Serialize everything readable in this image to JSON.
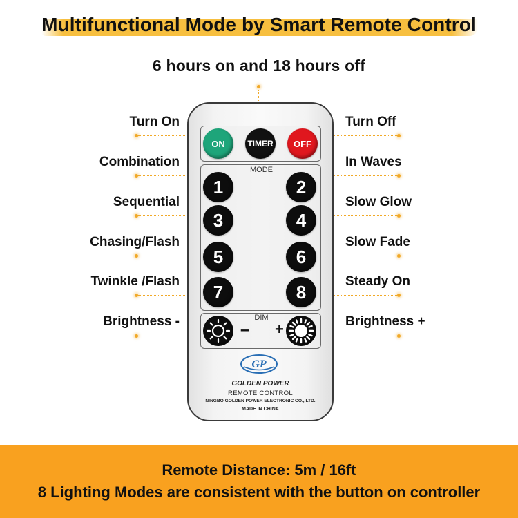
{
  "header": {
    "title": "Multifunctional Mode by Smart Remote Control",
    "subtitle": "6 hours on and 18 hours off"
  },
  "labels_left": [
    "Turn On",
    "Combination",
    "Sequential",
    "Chasing/Flash",
    "Twinkle /Flash",
    "Brightness -"
  ],
  "labels_right": [
    "Turn Off",
    "In Waves",
    "Slow Glow",
    "Slow Fade",
    "Steady On",
    "Brightness +"
  ],
  "remote": {
    "on_label": "ON",
    "timer_label": "TIMER",
    "off_label": "OFF",
    "mode_label": "MODE",
    "dim_label": "DIM",
    "mode_buttons": [
      "1",
      "2",
      "3",
      "4",
      "5",
      "6",
      "7",
      "8"
    ],
    "dim_minus": "–",
    "dim_plus": "+",
    "logo_text": "GP",
    "brand_name": "GOLDEN POWER",
    "product": "REMOTE CONTROL",
    "company": "NINGBO GOLDEN POWER ELECTRONIC CO., LTD.",
    "made_in": "MADE IN CHINA"
  },
  "footer": {
    "line1": "Remote Distance: 5m / 16ft",
    "line2": "8 Lighting Modes are consistent with the button on controller"
  },
  "colors": {
    "accent_orange": "#f9a11f",
    "title_highlight": "#f7bf3f",
    "on_green": "#1ea57a",
    "off_red": "#e0171e",
    "leader_orange": "#f1a928"
  }
}
